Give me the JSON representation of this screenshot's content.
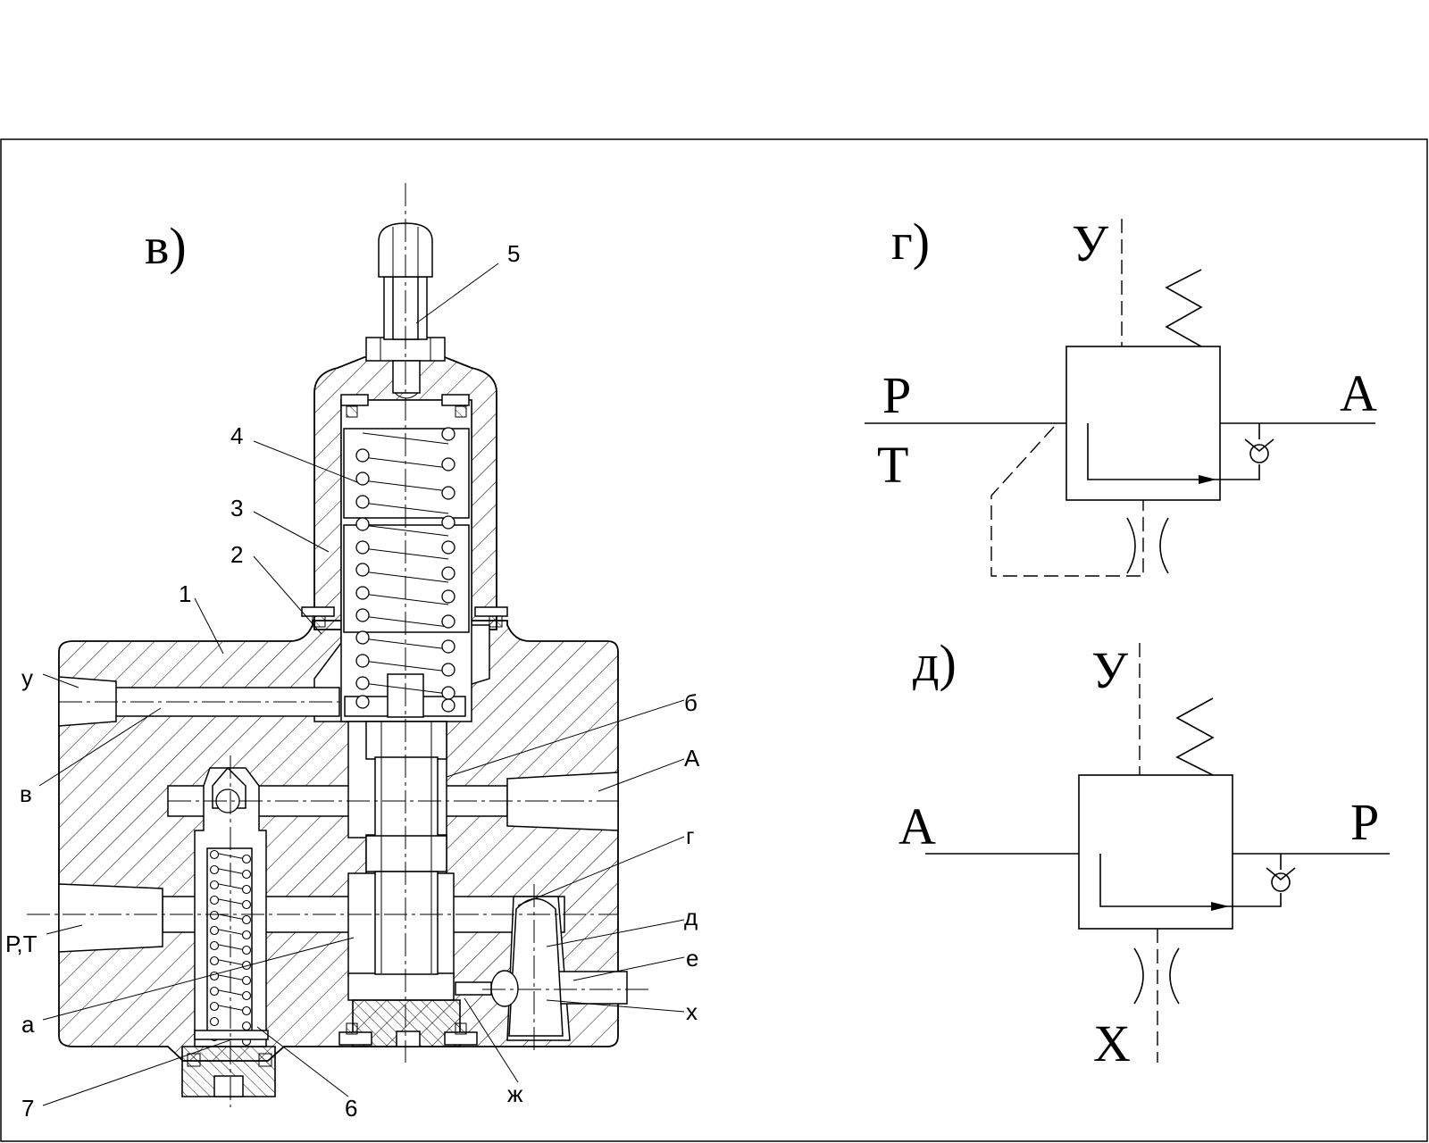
{
  "figure": {
    "section_marks": {
      "v": "в)",
      "g": "г)",
      "d": "д)"
    },
    "part_numbers": [
      "1",
      "2",
      "3",
      "4",
      "5",
      "6",
      "7"
    ],
    "port_labels": {
      "y": "у",
      "v": "в",
      "pt": "Р,Т",
      "a": "а",
      "b": "б",
      "A": "А",
      "g": "г",
      "d": "д",
      "e": "е",
      "x": "х",
      "zh": "ж"
    }
  },
  "symbol_g": {
    "label_y": "У",
    "label_p": "Р",
    "label_t": "Т",
    "label_a": "А"
  },
  "symbol_d": {
    "label_y": "У",
    "label_a": "А",
    "label_p": "Р",
    "label_x": "Х"
  }
}
